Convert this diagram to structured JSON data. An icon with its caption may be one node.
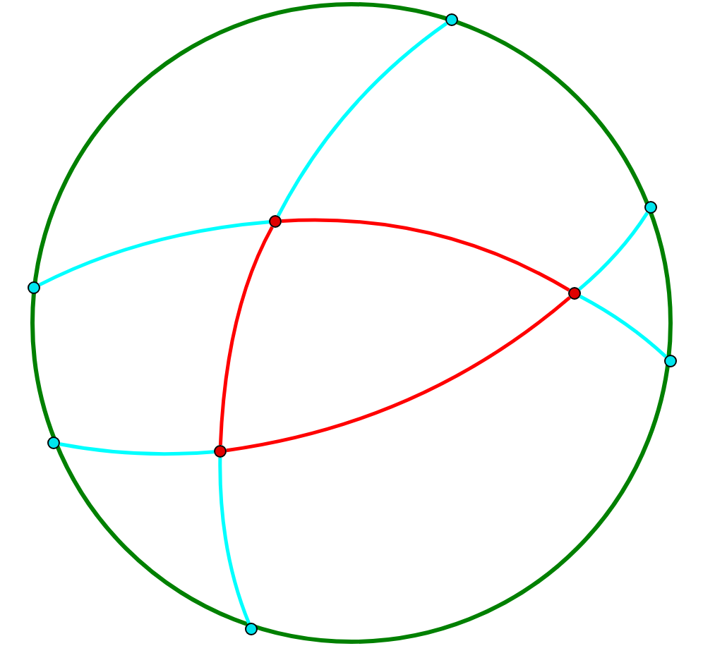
{
  "diagram": {
    "nodes": [
      {
        "text": [],
        "shape": "circle"
      },
      {
        "text": [],
        "shape": "circle",
        "in": 0
      },
      {
        "text": [],
        "shape": "circle",
        "in": 0
      },
      {
        "text": [],
        "shape": "circle",
        "in": 0
      },
      {
        "text": [],
        "shape": "circle",
        "in": 0
      },
      {
        "text": [],
        "shape": "circle",
        "in": 0
      },
      {
        "text": [],
        "shape": "circle",
        "in": 0
      },
      {
        "text": [],
        "shape": "circle",
        "in": 0
      },
      {
        "text": [],
        "shape": "circle",
        "in": 0
      },
      {
        "text": [],
        "shape": "circle",
        "in": 0
      }
    ],
    "edges": [
      {
        "from": 4,
        "to": 3,
        "arrow": "none",
        "color": "#00ffff"
      },
      {
        "from": 3,
        "to": 5,
        "arrow": "none",
        "color": "#ff0000"
      },
      {
        "from": 5,
        "to": 6,
        "arrow": "none",
        "color": "#00ffff"
      },
      {
        "from": 1,
        "to": 3,
        "arrow": "none",
        "color": "#00ffff"
      },
      {
        "from": 3,
        "to": 8,
        "arrow": "none",
        "color": "#ff0000"
      },
      {
        "from": 8,
        "to": 9,
        "arrow": "none",
        "color": "#00ffff"
      },
      {
        "from": 7,
        "to": 8,
        "arrow": "none",
        "color": "#00ffff"
      },
      {
        "from": 8,
        "to": 5,
        "arrow": "none",
        "color": "#ff0000"
      },
      {
        "from": 5,
        "to": 2,
        "arrow": "none",
        "color": "#00ffff"
      }
    ]
  }
}
